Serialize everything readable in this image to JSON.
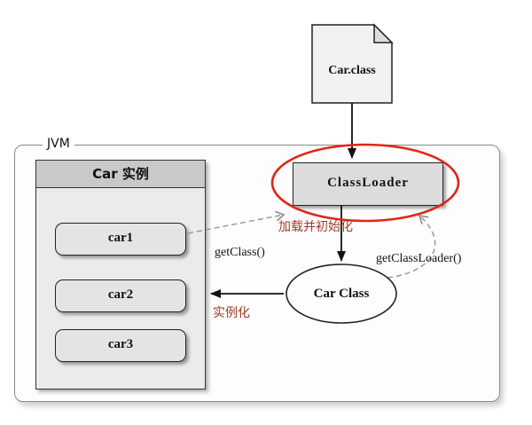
{
  "diagram": {
    "jvm_label": "JVM",
    "class_file": {
      "label": "Car.class"
    },
    "classloader": {
      "label": "ClassLoader"
    },
    "car_class_node": {
      "label": "Car Class"
    },
    "instances_panel": {
      "header": "Car 实例",
      "items": [
        "car1",
        "car2",
        "car3"
      ]
    },
    "annotations": {
      "load_init": "加载并初始化",
      "instantiate": "实例化",
      "get_class": "getClass()",
      "get_classloader": "getClassLoader()"
    },
    "colors": {
      "highlight_ellipse": "#e02518",
      "annotation_red": "#a03a28",
      "box_fill": "#dcdcdc",
      "panel_header_fill": "#c9c9c9"
    }
  }
}
